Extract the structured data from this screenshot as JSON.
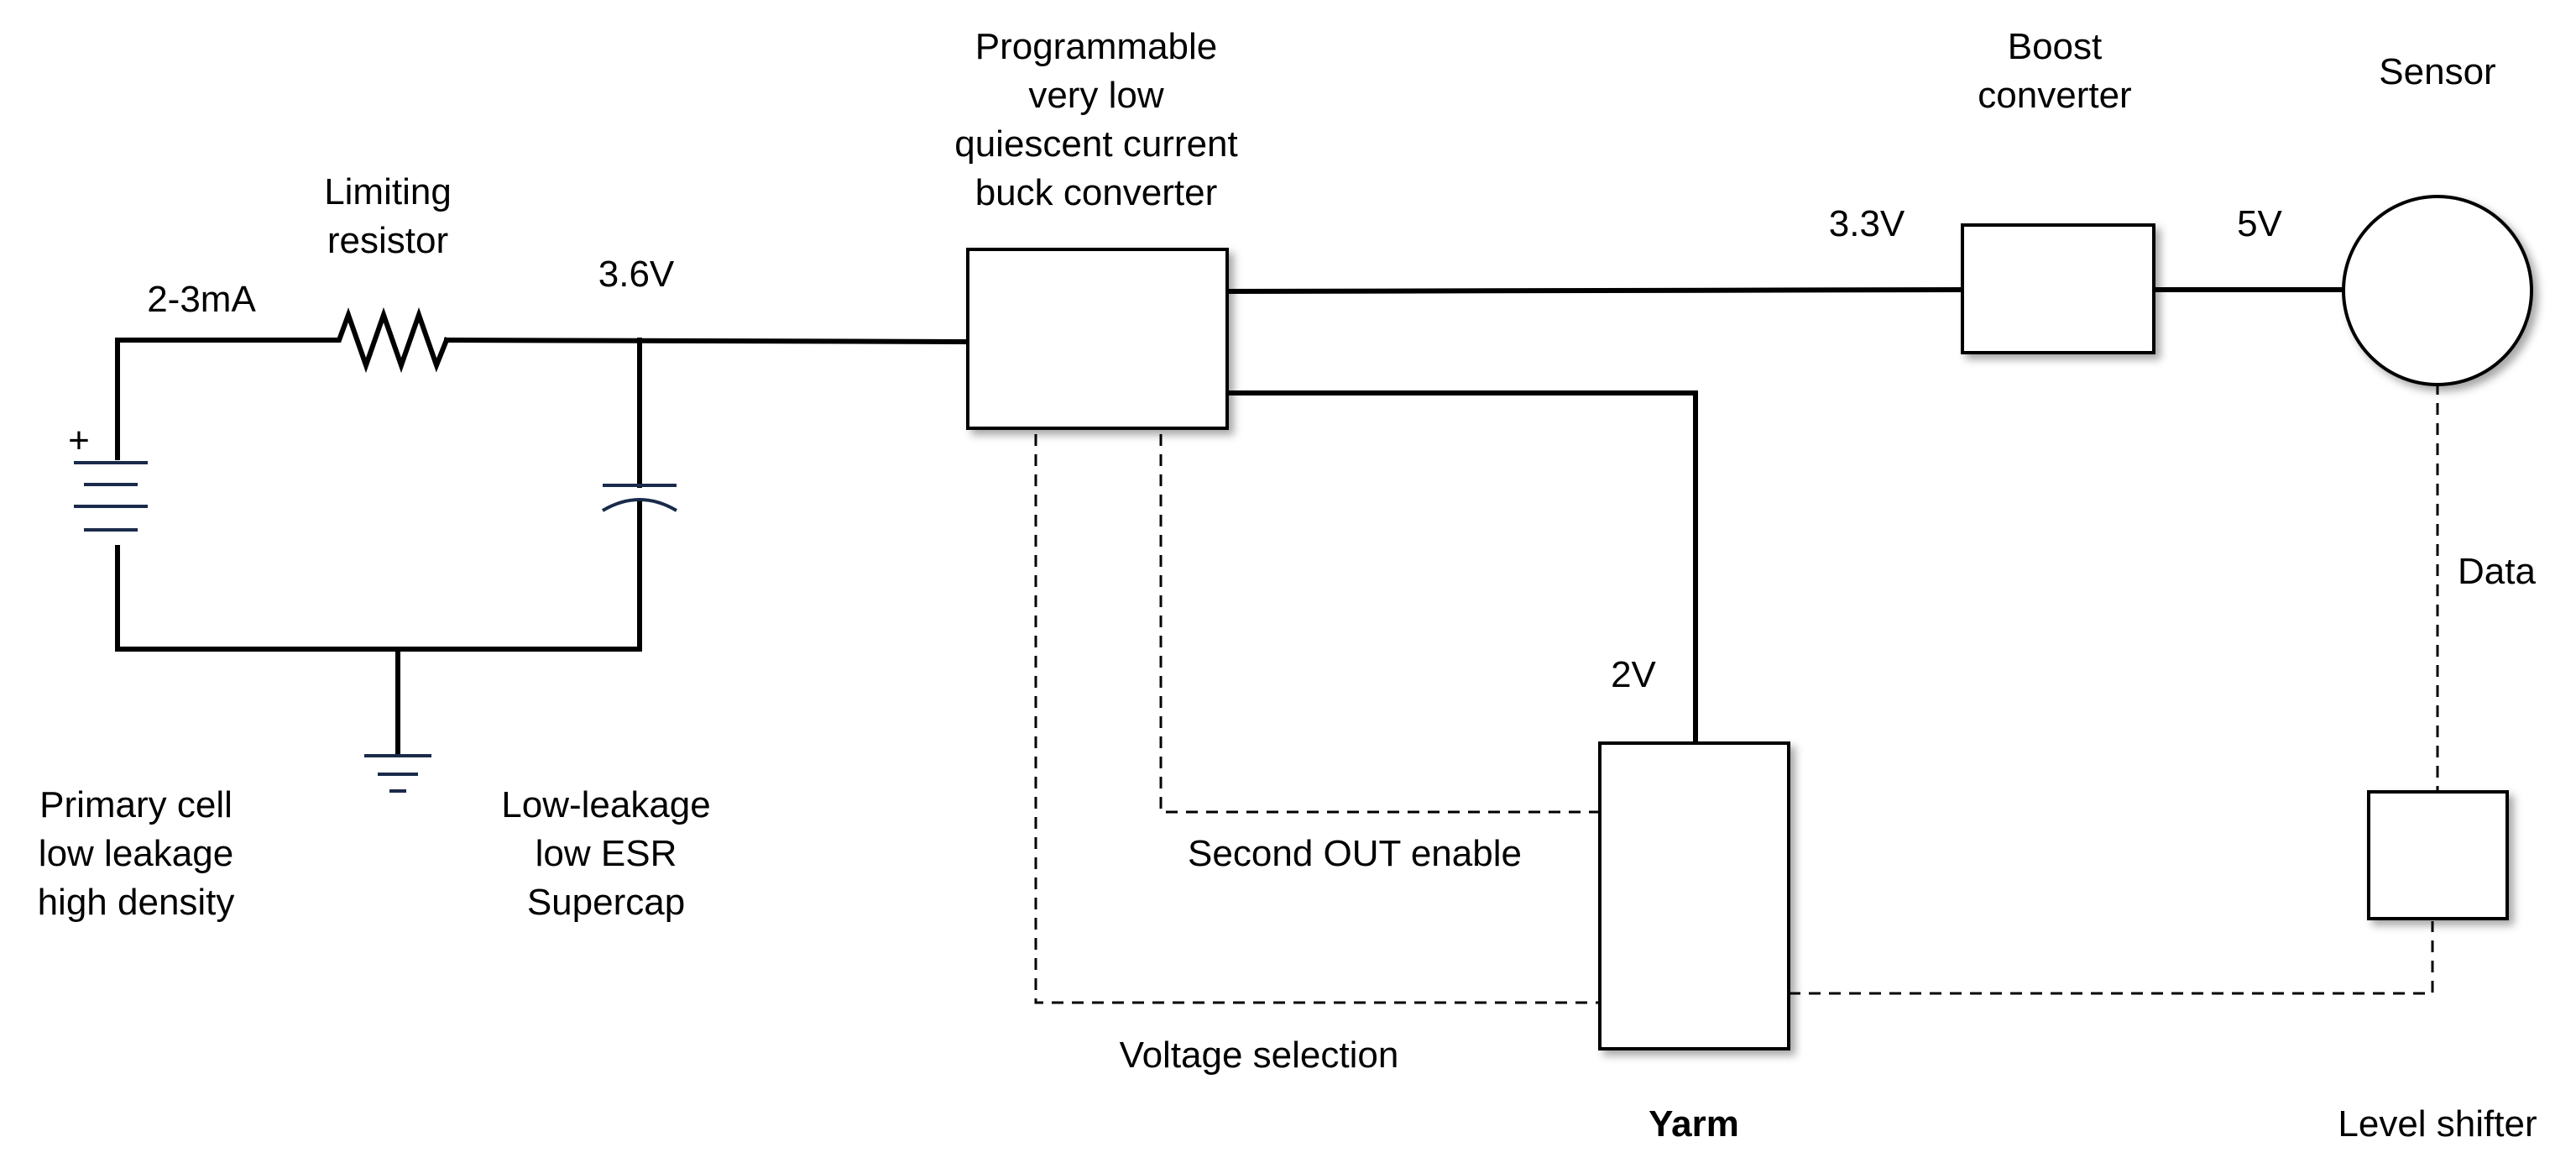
{
  "labels": {
    "battery_current": "2-3mA",
    "resistor": [
      "Limiting",
      "resistor"
    ],
    "cap_voltage": "3.6V",
    "buck": [
      "Programmable",
      "very low",
      "quiescent current",
      "buck converter"
    ],
    "out1_voltage": "3.3V",
    "boost": [
      "Boost",
      "converter"
    ],
    "sensor_voltage": "5V",
    "sensor": "Sensor",
    "data": "Data",
    "yarm_voltage": "2V",
    "primary_cell": [
      "Primary cell",
      "low leakage",
      "high density"
    ],
    "supercap": [
      "Low-leakage",
      "low ESR",
      "Supercap"
    ],
    "second_out": "Second OUT enable",
    "voltage_selection": "Voltage selection",
    "yarm": "Yarm",
    "level_shifter": "Level shifter",
    "plus": "+"
  }
}
